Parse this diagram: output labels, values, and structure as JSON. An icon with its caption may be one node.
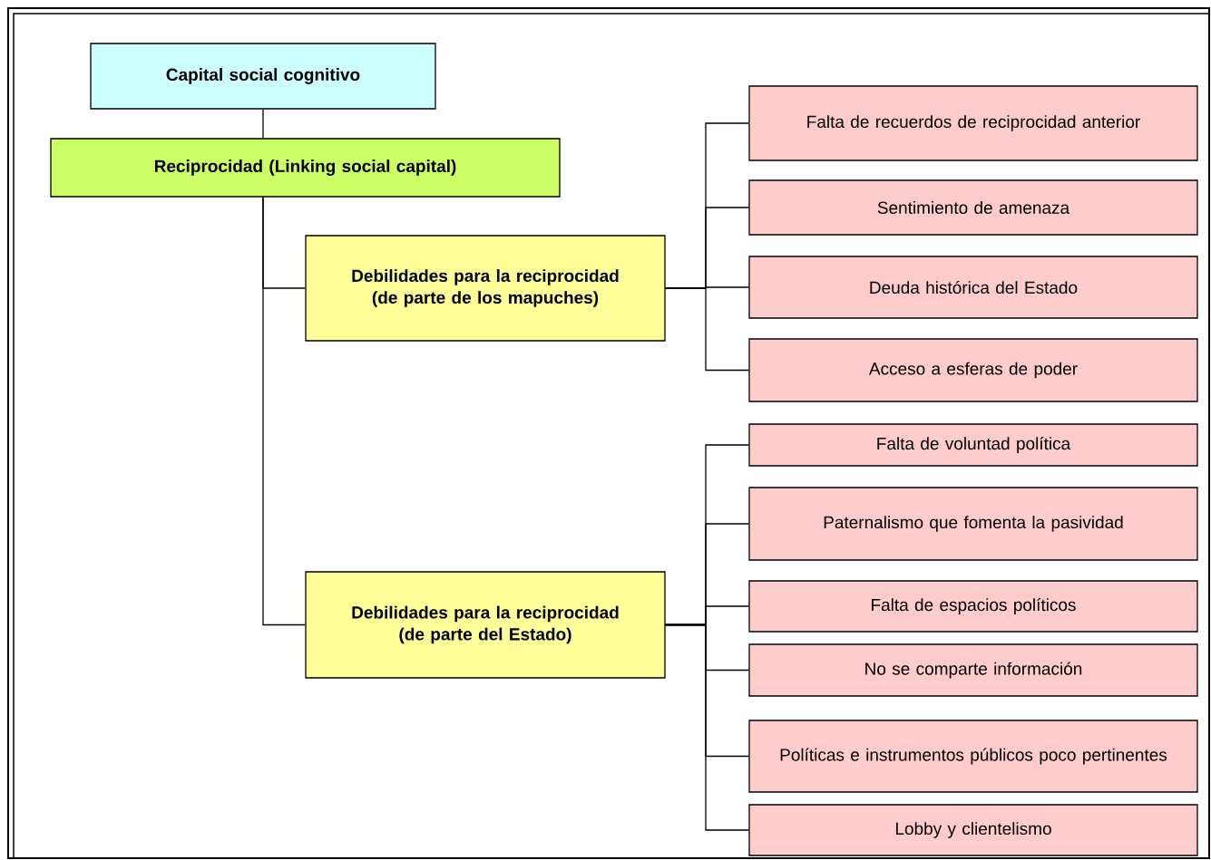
{
  "diagram": {
    "nodes": [
      {
        "text": [
          "Capital social cognitivo"
        ]
      },
      {
        "text": [
          "Reciprocidad (Linking social capital)"
        ]
      },
      {
        "text": [
          "Debilidades para la reciprocidad (de parte de los mapuches)"
        ]
      },
      {
        "text": [
          "Debilidades para la reciprocidad (de parte del Estado)"
        ]
      },
      {
        "text": [
          "Falta de recuerdos de reciprocidad anterior"
        ]
      },
      {
        "text": [
          "Sentimiento de amenaza"
        ]
      },
      {
        "text": [
          "Deuda histórica del Estado"
        ]
      },
      {
        "text": [
          "Acceso a esferas de poder"
        ]
      },
      {
        "text": [
          "Falta de voluntad política"
        ]
      },
      {
        "text": [
          "Paternalismo que fomenta la pasividad"
        ]
      },
      {
        "text": [
          "Falta de espacios políticos"
        ]
      },
      {
        "text": [
          "No se comparte información"
        ]
      },
      {
        "text": [
          "Políticas e instrumentos públicos poco pertinentes"
        ]
      },
      {
        "text": [
          "Lobby y clientelismo"
        ]
      }
    ],
    "edges": [
      {
        "from": 0,
        "to": 1,
        "arrow": "none"
      },
      {
        "from": 1,
        "to": 2,
        "arrow": "none"
      },
      {
        "from": 1,
        "to": 3,
        "arrow": "none"
      },
      {
        "from": 2,
        "to": 4,
        "arrow": "none"
      },
      {
        "from": 2,
        "to": 5,
        "arrow": "none"
      },
      {
        "from": 2,
        "to": 6,
        "arrow": "none"
      },
      {
        "from": 2,
        "to": 7,
        "arrow": "none"
      },
      {
        "from": 3,
        "to": 8,
        "arrow": "none"
      },
      {
        "from": 3,
        "to": 9,
        "arrow": "none"
      },
      {
        "from": 3,
        "to": 10,
        "arrow": "none"
      },
      {
        "from": 3,
        "to": 11,
        "arrow": "none"
      },
      {
        "from": 3,
        "to": 12,
        "arrow": "none"
      },
      {
        "from": 3,
        "to": 13,
        "arrow": "none"
      }
    ]
  }
}
